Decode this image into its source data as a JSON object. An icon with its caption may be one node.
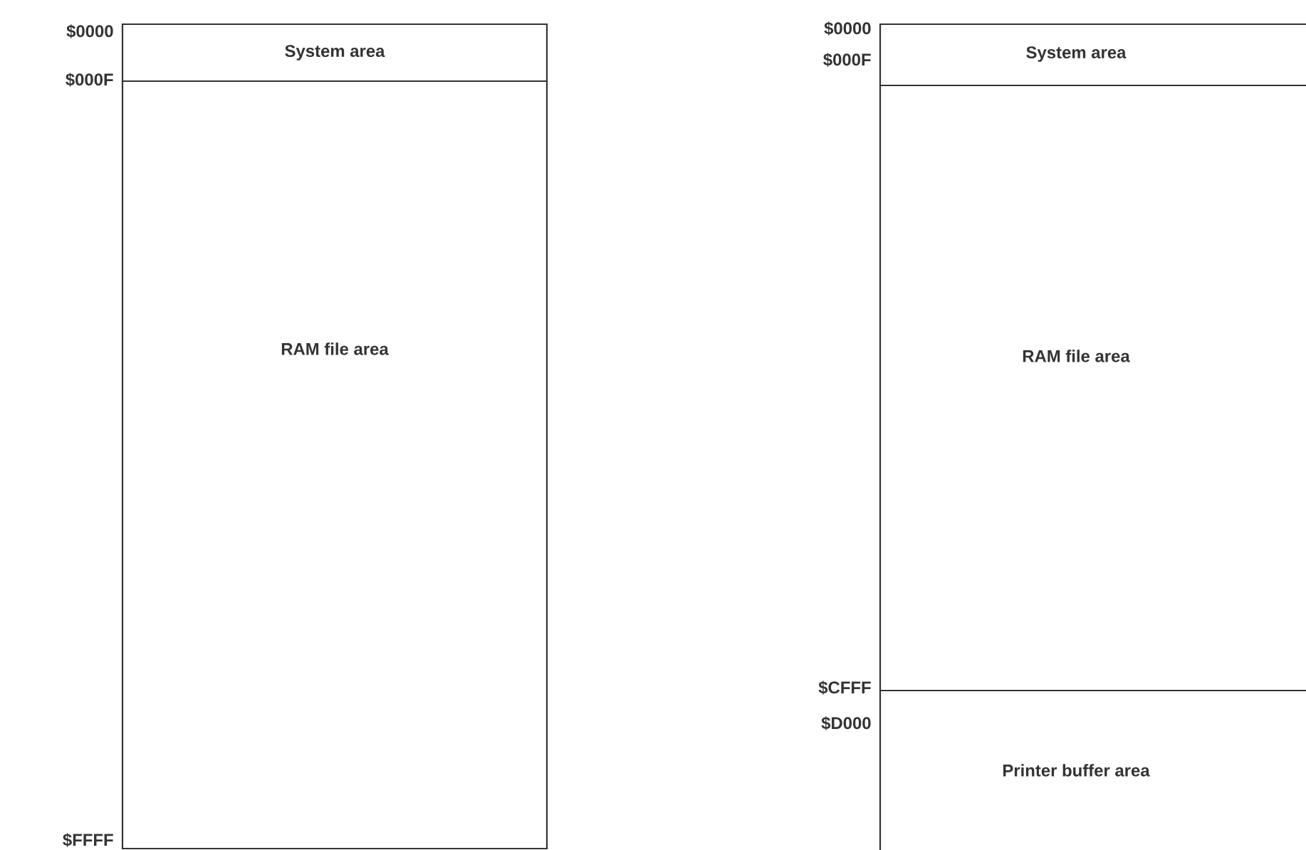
{
  "diagram": {
    "nodes": [
      {
        "text": [
          "System area"
        ]
      },
      {
        "text": [
          "RAM file area"
        ]
      },
      {
        "text": [
          "System area"
        ]
      },
      {
        "text": [
          "RAM file area"
        ]
      },
      {
        "text": [
          "Printer buffer area"
        ]
      }
    ],
    "labels": [
      "$0000",
      "$000F",
      "$FFFF",
      "$0000",
      "$000F",
      "$CFFF",
      "$D000"
    ]
  }
}
